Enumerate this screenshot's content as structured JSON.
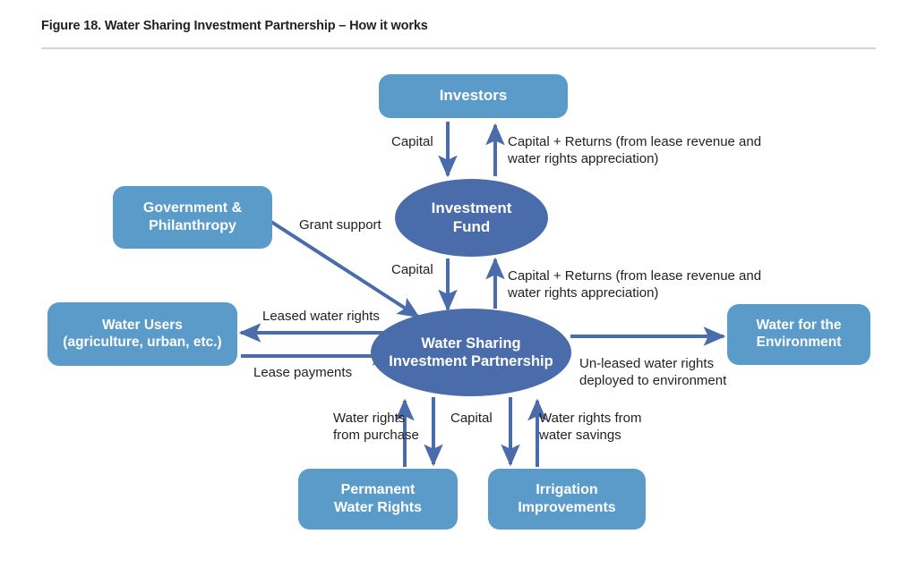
{
  "figure": {
    "title": "Figure 18. Water Sharing Investment Partnership – How it works"
  },
  "colors": {
    "node_light_blue": "#5a9bc9",
    "node_dark_blue": "#4a6cab",
    "arrow_blue": "#4a6cab",
    "label_text": "#231f20",
    "rule": "#d6d3ca",
    "background": "#ffffff"
  },
  "chart_data": {
    "type": "diagram",
    "title": "Figure 18. Water Sharing Investment Partnership – How it works",
    "nodes": [
      {
        "id": "investors",
        "label": "Investors",
        "shape": "rounded-rect",
        "color": "#5a9bc9"
      },
      {
        "id": "investment-fund",
        "label": "Investment\nFund",
        "shape": "ellipse",
        "color": "#4a6cab"
      },
      {
        "id": "government",
        "label": "Government &\nPhilanthropy",
        "shape": "rounded-rect",
        "color": "#5a9bc9"
      },
      {
        "id": "water-users",
        "label": "Water Users\n(agriculture, urban, etc.)",
        "shape": "rounded-rect",
        "color": "#5a9bc9"
      },
      {
        "id": "wsip",
        "label": "Water Sharing\nInvestment Partnership",
        "shape": "ellipse",
        "color": "#4a6cab"
      },
      {
        "id": "environment",
        "label": "Water for the\nEnvironment",
        "shape": "rounded-rect",
        "color": "#5a9bc9"
      },
      {
        "id": "permanent",
        "label": "Permanent\nWater Rights",
        "shape": "rounded-rect",
        "color": "#5a9bc9"
      },
      {
        "id": "irrigation",
        "label": "Irrigation\nImprovements",
        "shape": "rounded-rect",
        "color": "#5a9bc9"
      }
    ],
    "edges": [
      {
        "from": "investors",
        "to": "investment-fund",
        "label": "Capital"
      },
      {
        "from": "investment-fund",
        "to": "investors",
        "label": "Capital + Returns (from lease revenue and\nwater rights appreciation)"
      },
      {
        "from": "government",
        "to": "wsip",
        "label": "Grant support"
      },
      {
        "from": "investment-fund",
        "to": "wsip",
        "label": "Capital"
      },
      {
        "from": "wsip",
        "to": "investment-fund",
        "label": "Capital + Returns (from lease revenue and\nwater rights appreciation)"
      },
      {
        "from": "wsip",
        "to": "water-users",
        "label": "Leased water rights"
      },
      {
        "from": "water-users",
        "to": "wsip",
        "label": "Lease payments"
      },
      {
        "from": "wsip",
        "to": "environment",
        "label": "Un-leased water rights\ndeployed to environment"
      },
      {
        "from": "permanent",
        "to": "wsip",
        "label": "Water rights\nfrom purchase"
      },
      {
        "from": "wsip",
        "to": "permanent",
        "label": "Capital"
      },
      {
        "from": "wsip",
        "to": "irrigation",
        "label": "Capital"
      },
      {
        "from": "irrigation",
        "to": "wsip",
        "label": "Water rights from\nwater savings"
      }
    ]
  },
  "nodes": {
    "investors": "Investors",
    "investment_fund_line1": "Investment",
    "investment_fund_line2": "Fund",
    "government_line1": "Government &",
    "government_line2": "Philanthropy",
    "water_users_line1": "Water Users",
    "water_users_line2": "(agriculture, urban, etc.)",
    "wsip_line1": "Water Sharing",
    "wsip_line2": "Investment Partnership",
    "environment_line1": "Water for the",
    "environment_line2": "Environment",
    "permanent_line1": "Permanent",
    "permanent_line2": "Water Rights",
    "irrigation_line1": "Irrigation",
    "irrigation_line2": "Improvements"
  },
  "edge_labels": {
    "capital_investors_to_fund": "Capital",
    "returns_fund_to_investors": "Capital + Returns (from lease revenue and\nwater rights appreciation)",
    "capital_fund_to_wsip": "Capital",
    "returns_wsip_to_fund": "Capital + Returns (from lease revenue and\nwater rights appreciation)",
    "grant_support": "Grant support",
    "leased_water_rights": "Leased water rights",
    "lease_payments": "Lease payments",
    "unleased_water_rights": "Un-leased water rights\ndeployed to environment",
    "water_rights_from_purchase": "Water rights\nfrom purchase",
    "capital_wsip_to_permanent": "Capital",
    "water_rights_from_savings": "Water rights from\nwater savings"
  }
}
